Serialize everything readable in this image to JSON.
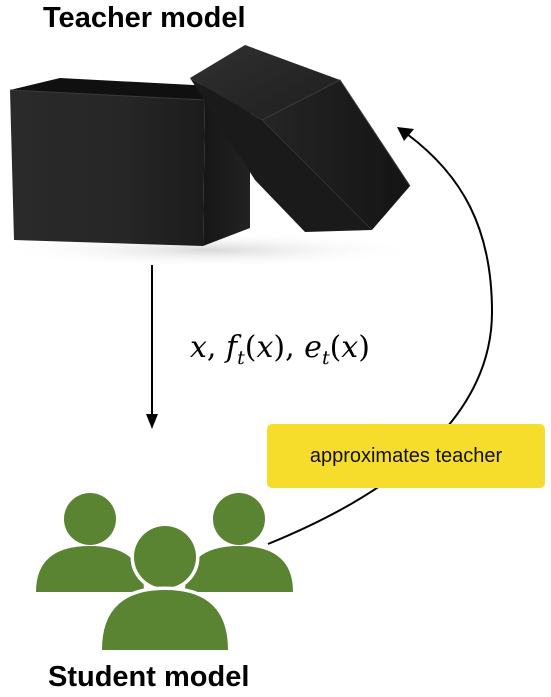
{
  "teacher": {
    "title": "Teacher model",
    "icon": "black-box-icon"
  },
  "student": {
    "title": "Student model",
    "icon": "student-group-icon",
    "color": "#5a8332"
  },
  "transfer": {
    "parts": [
      "x",
      "f",
      "t",
      "x",
      "e",
      "t",
      "x"
    ]
  },
  "feedback": {
    "label": "approximates teacher",
    "badge_color": "#f7dd2b"
  }
}
